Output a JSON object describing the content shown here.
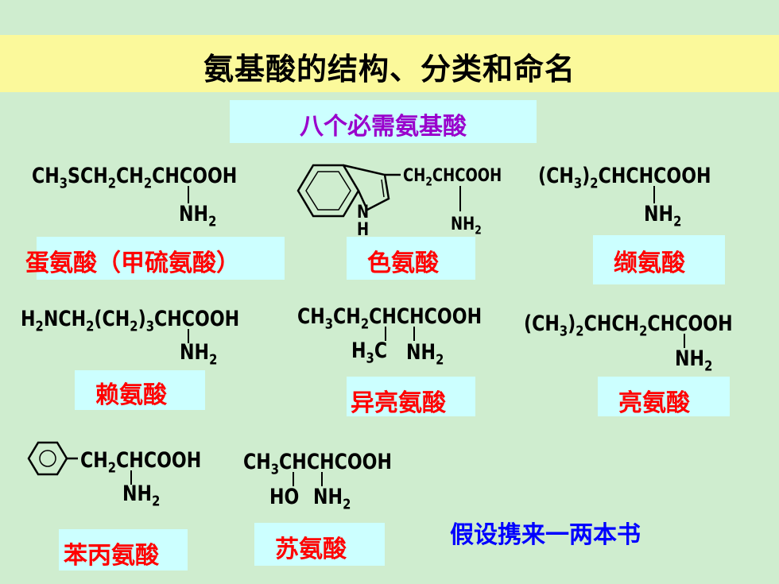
{
  "title": "氨基酸的结构、分类和命名",
  "subtitle": "八个必需氨基酸",
  "structures": {
    "met": {
      "main": "CH3SCH2CH2CHCOOH",
      "sub": "NH2"
    },
    "trp": {
      "main": "CH2CHCOOH",
      "sub": "NH2",
      "ring_n": "N",
      "ring_h": "H"
    },
    "val": {
      "main": "(CH3)2CHCHCOOH",
      "sub": "NH2"
    },
    "lys": {
      "main": "H2NCH2(CH2)3CHCOOH",
      "sub": "NH2"
    },
    "ile": {
      "main": "CH3CH2CHCHCOOH",
      "sub1": "H3C",
      "sub2": "NH2"
    },
    "leu": {
      "main": "(CH3)2CHCH2CHCOOH",
      "sub": "NH2"
    },
    "phe": {
      "main": "CH2CHCOOH",
      "sub": "NH2"
    },
    "thr": {
      "main": "CH3CHCHCOOH",
      "sub1": "HO",
      "sub2": "NH2"
    }
  },
  "labels": {
    "met": "蛋氨酸（甲硫氨酸）",
    "trp": "色氨酸",
    "val": "缬氨酸",
    "lys": "赖氨酸",
    "ile": "异亮氨酸",
    "leu": "亮氨酸",
    "phe": "苯丙氨酸",
    "thr": "苏氨酸"
  },
  "note": "假设携来一两本书",
  "colors": {
    "background": "#cfedcf",
    "title_bar": "#fbf99b",
    "label_box": "#ccffff",
    "label_text": "#ff0000",
    "subtitle_text": "#9900cc",
    "note_text": "#0000ff"
  }
}
